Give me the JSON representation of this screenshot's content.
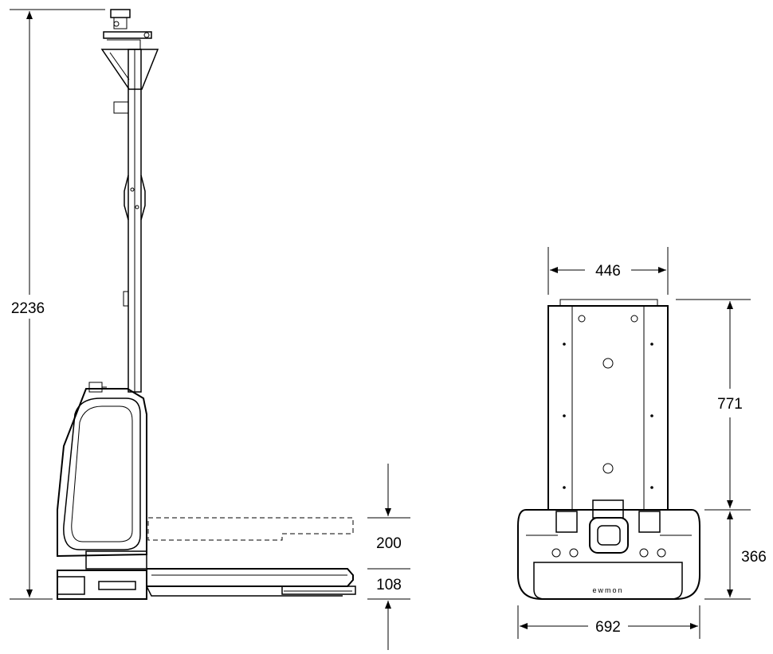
{
  "dimensions": {
    "overall_height": "2236",
    "lift_height": "200",
    "fork_height": "108",
    "top_width": "446",
    "upper_height": "771",
    "base_height": "366",
    "base_width": "692"
  },
  "logo_text": "ewmon"
}
